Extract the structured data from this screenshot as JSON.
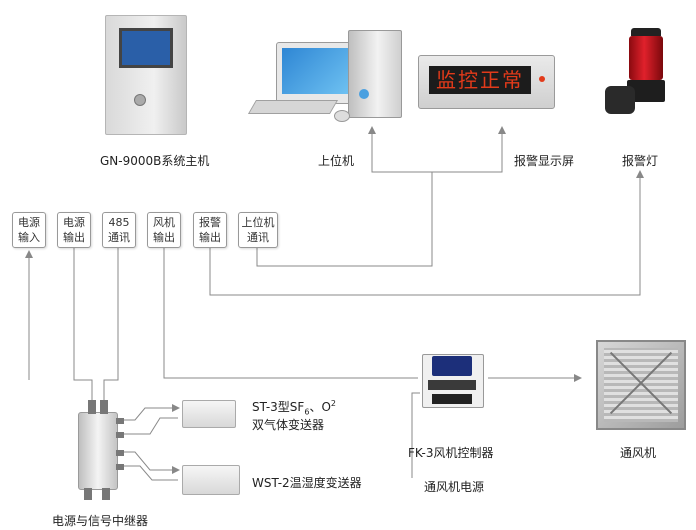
{
  "host": {
    "label": "GN-9000B系统主机"
  },
  "pc": {
    "label": "上位机"
  },
  "display": {
    "label": "报警显示屏",
    "screen_text": "监控正常"
  },
  "lamp": {
    "label": "报警灯"
  },
  "ports": [
    {
      "line1": "电源",
      "line2": "输入"
    },
    {
      "line1": "电源",
      "line2": "输出"
    },
    {
      "line1": "485",
      "line2": "通讯"
    },
    {
      "line1": "风机",
      "line2": "输出"
    },
    {
      "line1": "报警",
      "line2": "输出"
    },
    {
      "line1": "上位机",
      "line2": "通讯"
    }
  ],
  "relay": {
    "label": "电源与信号中继器"
  },
  "st3": {
    "label_main": "ST-3型SF",
    "sub6": "6",
    "sep": "、O",
    "sup2": "2",
    "line2": "双气体变送器"
  },
  "wst2": {
    "label": "WST-2温湿度变送器"
  },
  "fk3": {
    "label": "FK-3风机控制器"
  },
  "fan_power": {
    "label": "通风机电源"
  },
  "fan": {
    "label": "通风机"
  },
  "colors": {
    "wire": "#8a8a8a",
    "screen_text": "#e23a1a",
    "lamp_red": "#d0141c"
  }
}
